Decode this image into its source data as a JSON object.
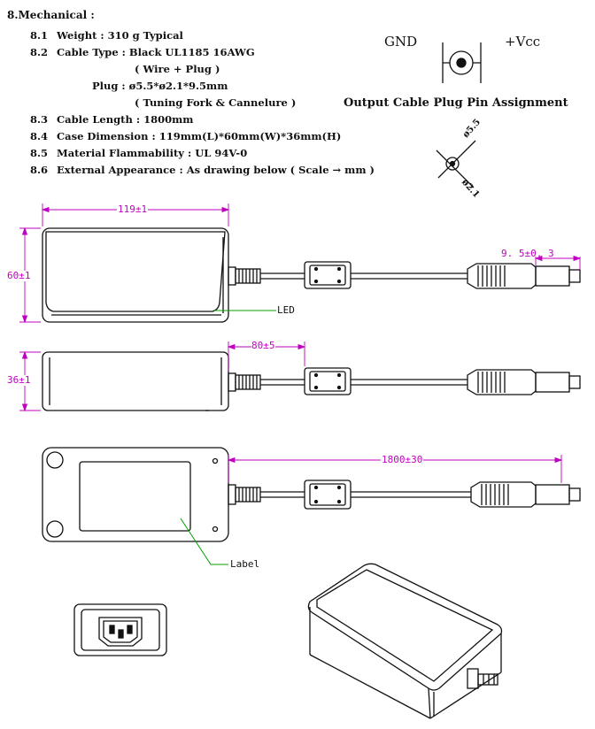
{
  "heading": "8.Mechanical :",
  "specs": [
    {
      "num": "8.1",
      "text": "Weight  :  310 g    Typical"
    },
    {
      "num": "8.2",
      "text": "Cable Type :  Black  UL1185  16AWG"
    },
    {
      "num": "",
      "text": "( Wire + Plug )"
    },
    {
      "num": "",
      "text": "Plug  :   ø5.5*ø2.1*9.5mm"
    },
    {
      "num": "",
      "text": "( Tuning Fork & Cannelure  )"
    },
    {
      "num": "8.3",
      "text": "Cable Length : 1800mm"
    },
    {
      "num": "8.4",
      "text": "Case Dimension : 119mm(L)*60mm(W)*36mm(H)"
    },
    {
      "num": "8.5",
      "text": "Material  Flammability : UL 94V-0"
    },
    {
      "num": "8.6",
      "text": "External  Appearance : As drawing below ( Scale → mm )"
    }
  ],
  "pin_assignment": {
    "gnd": "GND",
    "vcc": "+Vcc",
    "title": "Output Cable Plug Pin Assignment",
    "outer_dia": "ø5.5",
    "inner_dia": "ø2.1"
  },
  "dimensions": {
    "length": "119±1",
    "width": "60±1",
    "height": "36±1",
    "plug_len": "9. 5±0. 3",
    "strain_relief": "80±5",
    "cable_len": "1800±30"
  },
  "callouts": {
    "led": "LED",
    "label": "Label"
  },
  "colors": {
    "dimension": "#c000c0",
    "outline": "#111111",
    "leader": "#00a000"
  }
}
